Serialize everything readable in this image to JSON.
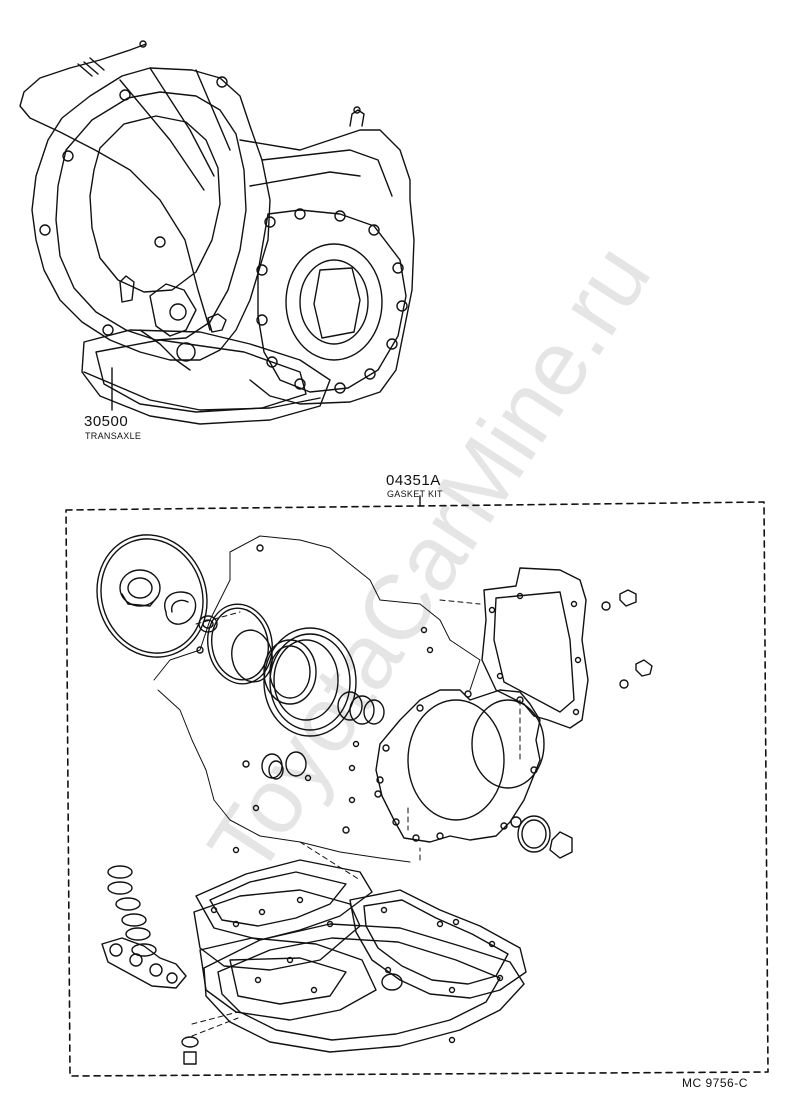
{
  "watermark": {
    "text": "ToyotaCarMine.ru"
  },
  "transaxle": {
    "part_number": "30500",
    "name": "TRANSAXLE"
  },
  "gasket_kit": {
    "part_number": "04351A",
    "name": "GASKET KIT"
  },
  "figure_code": "MC 9756-C",
  "colors": {
    "line": "#111111",
    "watermark": "#e5e5e5",
    "background": "#ffffff"
  }
}
